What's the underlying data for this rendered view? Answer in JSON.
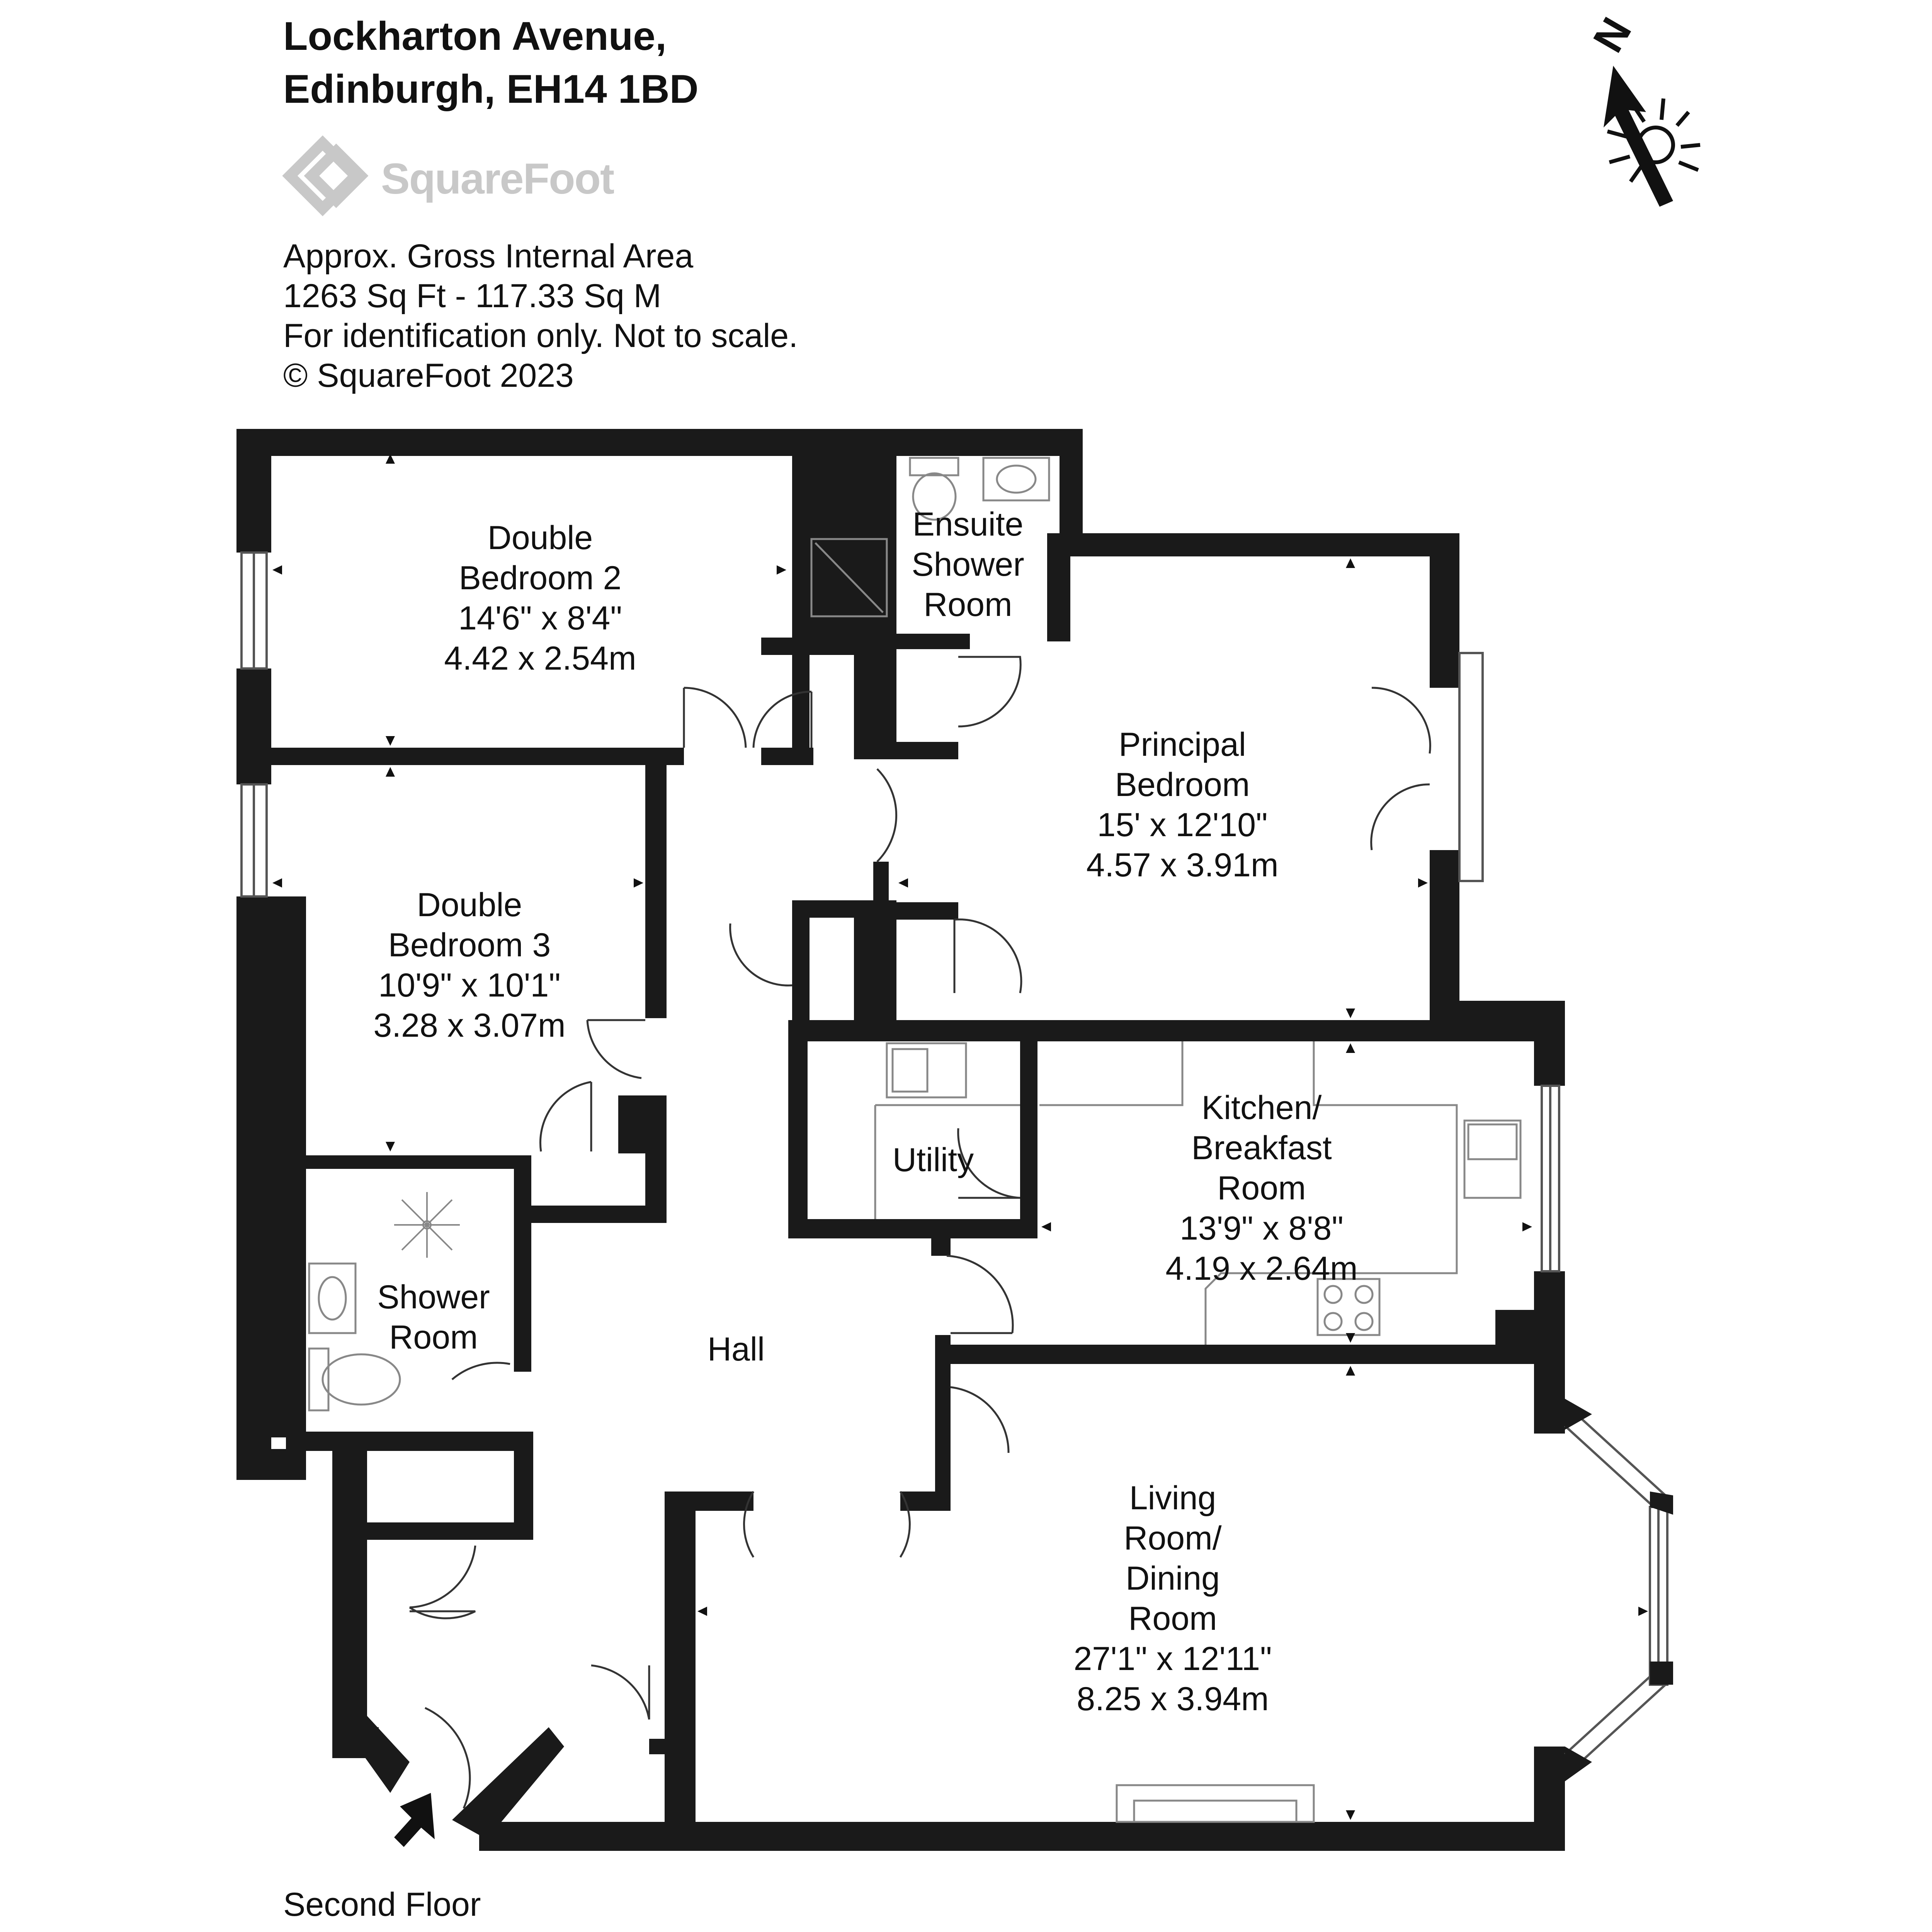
{
  "header": {
    "address_line1": "Lockharton Avenue,",
    "address_line2": "Edinburgh, EH14 1BD"
  },
  "brand": {
    "name": "SquareFoot",
    "logo_icon": "squarefoot-logo-icon"
  },
  "meta": {
    "line1": "Approx. Gross Internal Area",
    "line2": "1263 Sq Ft  -  117.33 Sq M",
    "line3": "For identification only. Not to scale.",
    "line4": "© SquareFoot 2023"
  },
  "compass": {
    "label": "N",
    "icon": "north-arrow-icon",
    "sun_icon": "sun-icon"
  },
  "rooms": {
    "bed2": {
      "l1": "Double",
      "l2": "Bedroom 2",
      "l3": "14'6\" x 8'4\"",
      "l4": "4.42 x 2.54m"
    },
    "ensuite": {
      "l1": "Ensuite",
      "l2": "Shower",
      "l3": "Room"
    },
    "principal": {
      "l1": "Principal",
      "l2": "Bedroom",
      "l3": "15' x 12'10\"",
      "l4": "4.57 x 3.91m"
    },
    "bed3": {
      "l1": "Double",
      "l2": "Bedroom 3",
      "l3": "10'9\" x 10'1\"",
      "l4": "3.28 x 3.07m"
    },
    "utility": {
      "l1": "Utility"
    },
    "kitchen": {
      "l1": "Kitchen/",
      "l2": "Breakfast",
      "l3": "Room",
      "l4": "13'9\" x 8'8\"",
      "l5": "4.19 x 2.64m"
    },
    "shower": {
      "l1": "Shower",
      "l2": "Room"
    },
    "hall": {
      "l1": "Hall"
    },
    "living": {
      "l1": "Living",
      "l2": "Room/",
      "l3": "Dining",
      "l4": "Room",
      "l5": "27'1\" x 12'11\"",
      "l6": "8.25 x 3.94m"
    }
  },
  "footer": {
    "floor": "Second Floor"
  },
  "colors": {
    "wall": "#1a1a1a",
    "fixture": "#999999",
    "logo": "#c8c8c8"
  }
}
